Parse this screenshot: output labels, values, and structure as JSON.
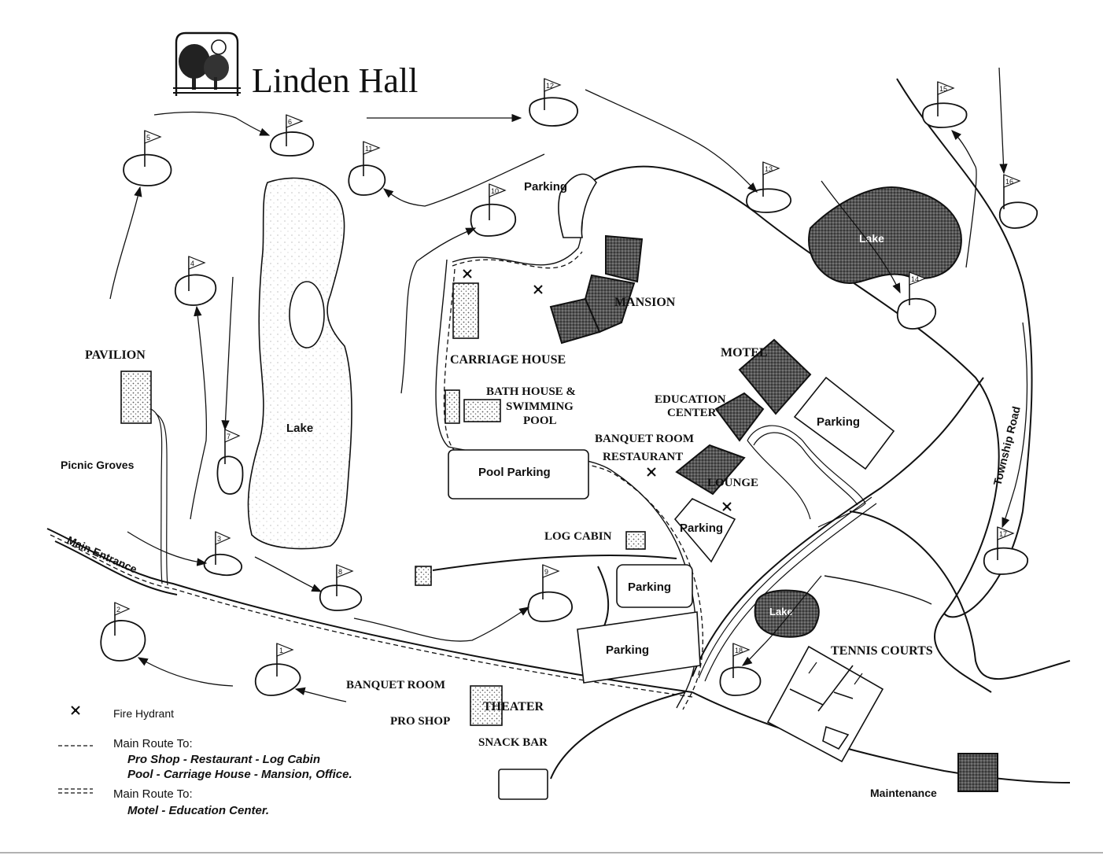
{
  "title": "Linden Hall",
  "lakes": {
    "main": "Lake",
    "upper_right": "Lake",
    "lower": "Lake"
  },
  "buildings": {
    "mansion": "MANSION",
    "carriage_house": "CARRIAGE HOUSE",
    "bath_house_1": "BATH HOUSE &",
    "bath_house_2": "SWIMMING",
    "bath_house_3": "POOL",
    "motel": "MOTEL",
    "education_1": "EDUCATION",
    "education_2": "CENTER",
    "banquet_room_restaurant_1": "BANQUET ROOM",
    "banquet_room_restaurant_2": "RESTAURANT",
    "lounge": "LOUNGE",
    "pavilion": "PAVILION",
    "log_cabin": "LOG CABIN",
    "banquet_room_theater": "BANQUET ROOM",
    "theater": "THEATER",
    "pro_shop": "PRO SHOP",
    "snack_bar": "SNACK BAR",
    "tennis_courts": "TENNIS COURTS",
    "maintenance": "Maintenance"
  },
  "parking": {
    "top": "Parking",
    "pool": "Pool Parking",
    "right": "Parking",
    "lounge": "Parking",
    "mid": "Parking",
    "lower": "Parking"
  },
  "areas": {
    "picnic_groves": "Picnic Groves"
  },
  "roads": {
    "main_entrance": "Main Entrance",
    "township_road": "Township Road"
  },
  "holes": [
    "1",
    "2",
    "3",
    "4",
    "5",
    "6",
    "7",
    "8",
    "9",
    "10",
    "11",
    "12",
    "13",
    "14",
    "15",
    "16",
    "17",
    "18"
  ],
  "legend": {
    "fire_hydrant": "Fire Hydrant",
    "route1_title": "Main Route To:",
    "route1_line1": "Pro Shop - Restaurant - Log Cabin",
    "route1_line2": "Pool - Carriage House - Mansion, Office.",
    "route2_title": "Main Route To:",
    "route2_line1": "Motel - Education Center."
  },
  "icons": {
    "hydrant": "fire-hydrant-icon",
    "flag": "golf-flag-icon",
    "logo": "tree-logo-icon"
  }
}
